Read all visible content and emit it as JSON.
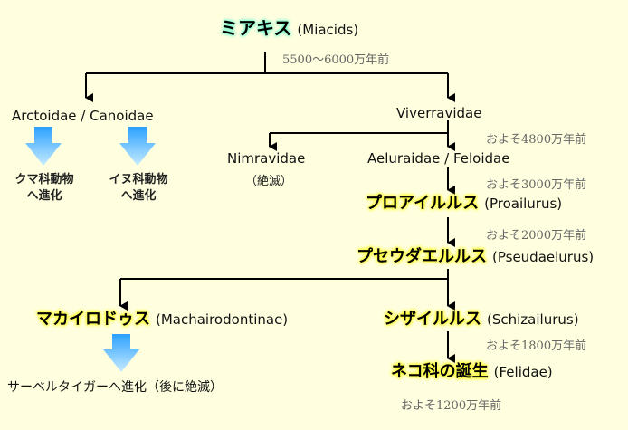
{
  "root": {
    "jp": "ミアキス",
    "latin": "(Miacids)",
    "time": "5500〜6000万年前"
  },
  "left_branch": {
    "name": "Arctoidae / Canoidae",
    "sub_a": {
      "line1": "クマ科動物",
      "line2": "へ進化"
    },
    "sub_b": {
      "line1": "イヌ科動物",
      "line2": "へ進化"
    }
  },
  "viverravidae": {
    "name": "Viverravidae",
    "time": "およそ4800万年前"
  },
  "nimravidae": {
    "name": "Nimravidae",
    "note": "（絶滅）"
  },
  "aeluraidae": {
    "name": "Aeluraidae / Feloidae",
    "time": "およそ3000万年前"
  },
  "proailurus": {
    "jp": "プロアイルルス",
    "latin": "(Proailurus)",
    "time": "およそ2000万年前"
  },
  "pseudaelurus": {
    "jp": "プセウダエルルス",
    "latin": "(Pseudaelurus)"
  },
  "machairodontinae": {
    "jp": "マカイロドゥス",
    "latin": "(Machairodontinae)",
    "result": "サーベルタイガーへ進化（後に絶滅）"
  },
  "schizailurus": {
    "jp": "シザイルルス",
    "latin": "(Schizailurus)",
    "time": "およそ1800万年前"
  },
  "felidae": {
    "jp": "ネコ科の誕生",
    "latin": "(Felidae)",
    "time": "およそ1200万年前"
  },
  "colors": {
    "line": "#000000",
    "arrow_top": "#2aa0ff",
    "arrow_bottom": "#c8ecff",
    "highlight_yellow": "#ffff40",
    "highlight_green": "#7dffd0",
    "time_text": "#666666",
    "background": "#ffffe0"
  }
}
